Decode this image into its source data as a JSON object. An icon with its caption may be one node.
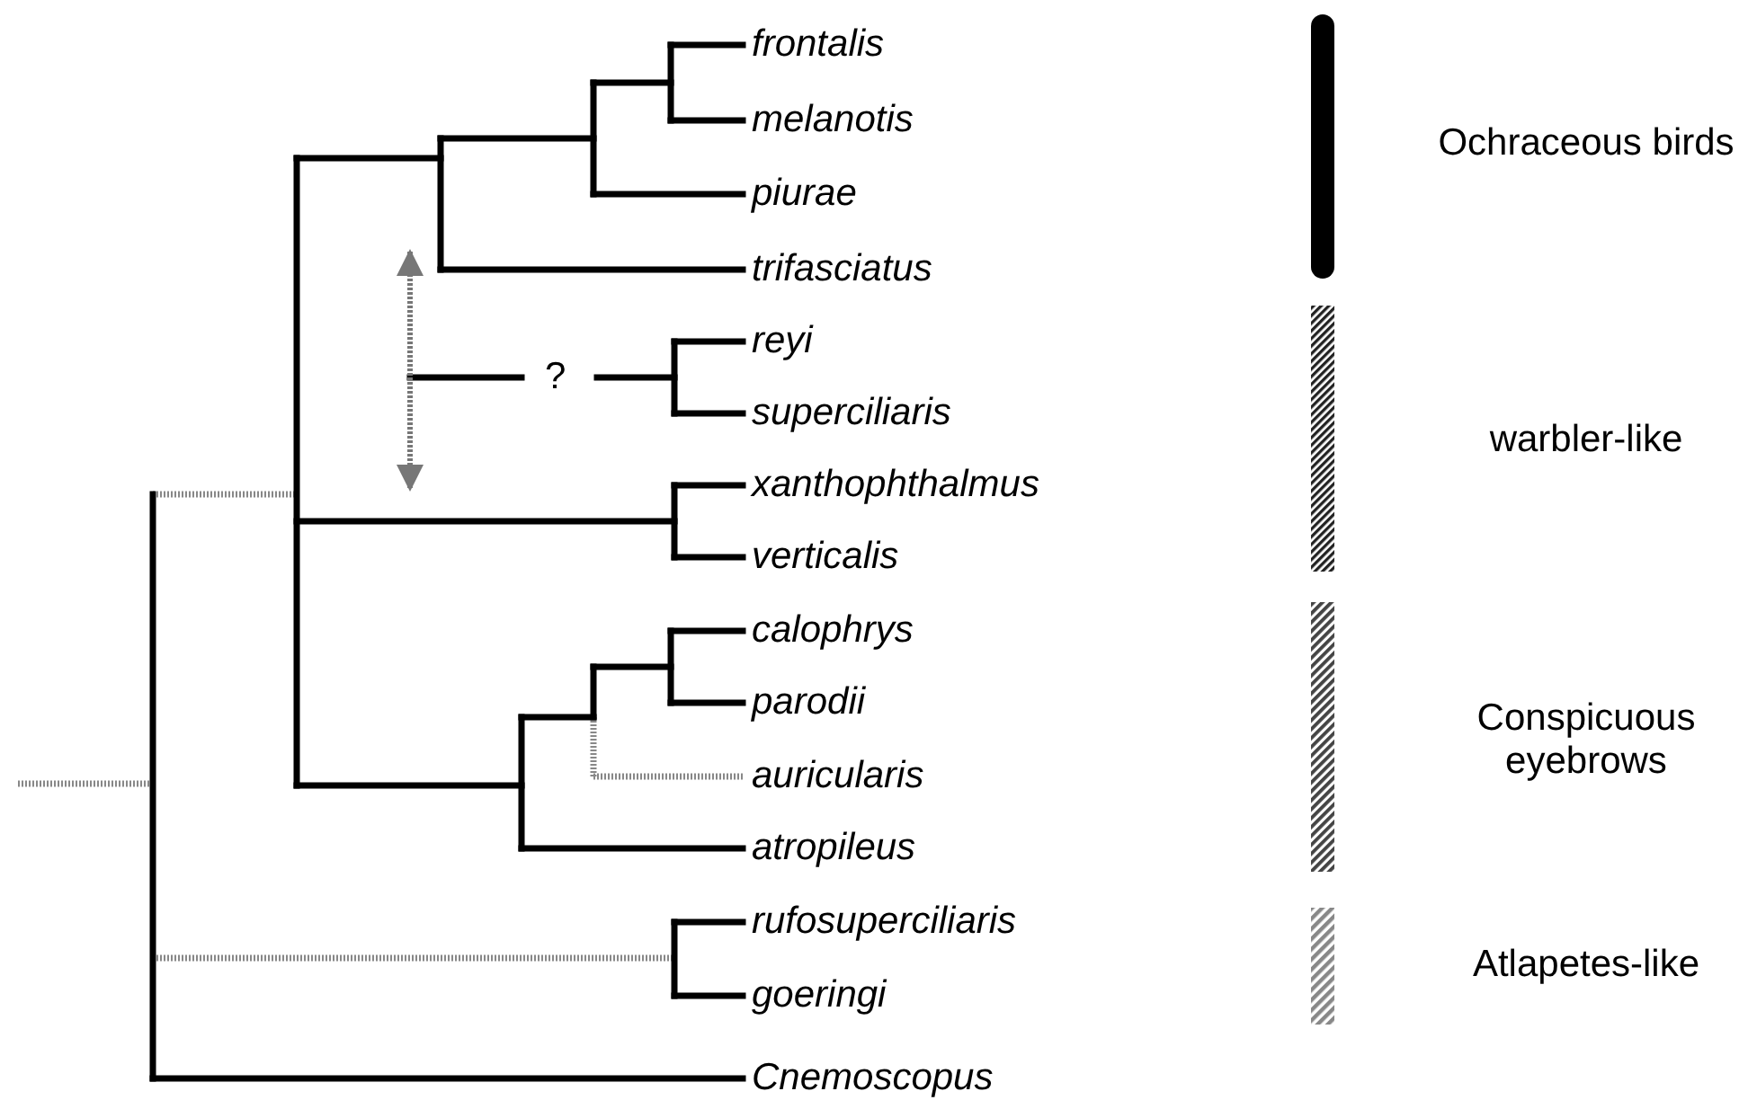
{
  "diagram": {
    "labels": [
      "frontalis",
      "melanotis",
      "piurae",
      "trifasciatus",
      "reyi",
      "?",
      "superciliaris",
      "xanthophthalmus",
      "verticalis",
      "calophrys",
      "parodii",
      "auricularis",
      "atropileus",
      "rufosuperciliaris",
      "goeringi",
      "Cnemoscopus",
      "Ochraceous birds",
      "warbler-like",
      "Conspicuous eyebrows",
      "Atlapetes-like"
    ]
  }
}
